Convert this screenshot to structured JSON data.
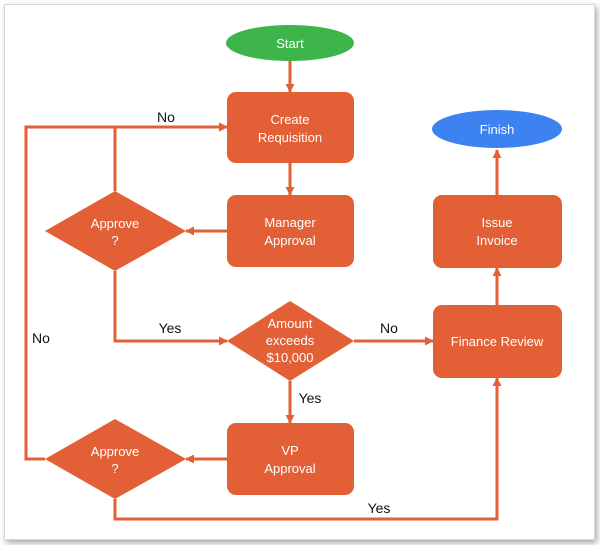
{
  "colors": {
    "process": "#E35F35",
    "start": "#3DB54A",
    "finish": "#3C82F0",
    "edge": "#E35F35",
    "text": "#ffffff",
    "edge_text": "#111111"
  },
  "nodes": {
    "start": "Start",
    "create_line1": "Create",
    "create_line2": "Requisition",
    "manager_line1": "Manager",
    "manager_line2": "Approval",
    "approve1_line1": "Approve",
    "approve1_line2": "?",
    "amount_line1": "Amount",
    "amount_line2": "exceeds",
    "amount_line3": "$10,000",
    "vp_line1": "VP",
    "vp_line2": "Approval",
    "approve2_line1": "Approve",
    "approve2_line2": "?",
    "finance": "Finance Review",
    "invoice_line1": "Issue",
    "invoice_line2": "Invoice",
    "finish": "Finish"
  },
  "edges": {
    "approve1_no": "No",
    "approve1_yes": "Yes",
    "amount_no": "No",
    "amount_yes": "Yes",
    "approve2_no": "No",
    "approve2_yes": "Yes"
  }
}
